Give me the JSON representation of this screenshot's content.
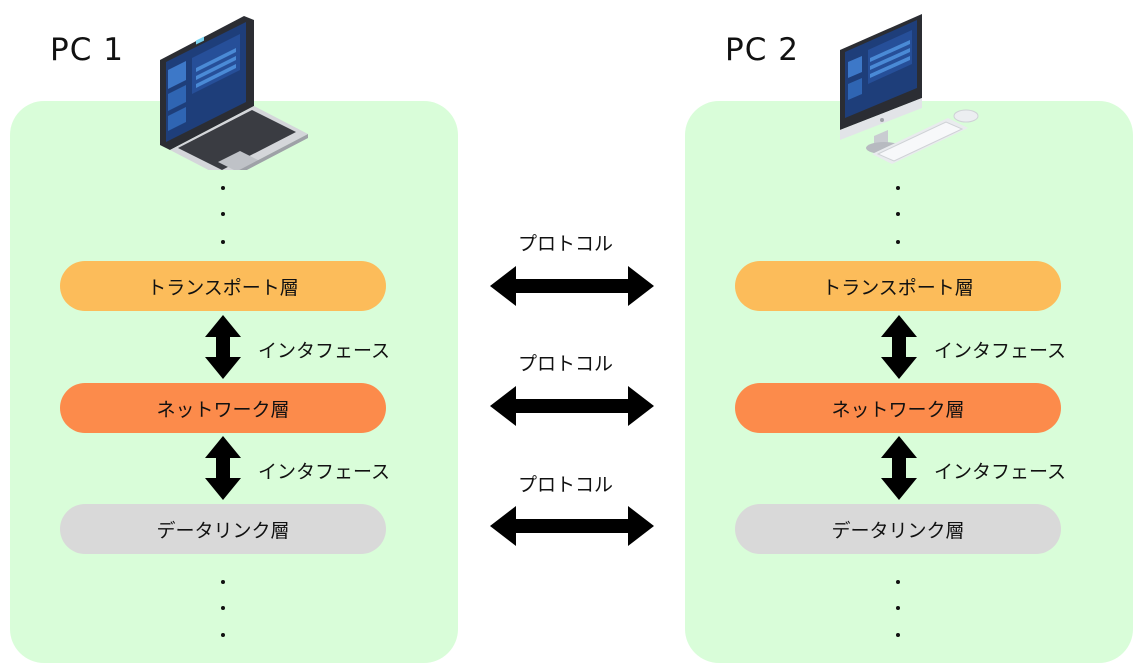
{
  "pc1": {
    "title": "PC 1",
    "layers": {
      "transport": "トランスポート層",
      "network": "ネットワーク層",
      "datalink": "データリンク層"
    },
    "interfaces": [
      "インタフェース",
      "インタフェース"
    ]
  },
  "pc2": {
    "title": "PC 2",
    "layers": {
      "transport": "トランスポート層",
      "network": "ネットワーク層",
      "datalink": "データリンク層"
    },
    "interfaces": [
      "インタフェース",
      "インタフェース"
    ]
  },
  "protocols": [
    "プロトコル",
    "プロトコル",
    "プロトコル"
  ],
  "icons": {
    "pc1_device": "laptop-icon",
    "pc2_device": "desktop-computer-icon"
  },
  "colors": {
    "panel": "#d9fdd9",
    "transport": "#fcbc5a",
    "network": "#fc8b4b",
    "datalink": "#d9d9d9"
  }
}
